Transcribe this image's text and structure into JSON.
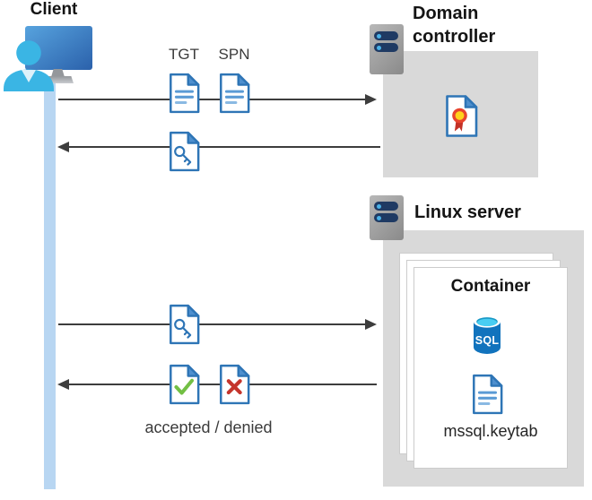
{
  "client": {
    "label": "Client"
  },
  "domain_controller": {
    "label": "Domain controller"
  },
  "linux_server": {
    "label": "Linux server"
  },
  "container": {
    "title": "Container",
    "sql_text": "SQL",
    "keytab_label": "mssql.keytab"
  },
  "flow": {
    "tgt_label": "TGT",
    "spn_label": "SPN",
    "accepted_denied_label": "accepted / denied"
  },
  "icons": {
    "client": "person-at-monitor-icon",
    "domain_controller": "server-icon",
    "linux_server": "server-icon",
    "tgt": "document-icon",
    "spn": "document-icon",
    "service_ticket": "document-key-icon",
    "accepted": "document-check-icon",
    "denied": "document-x-icon",
    "certificate": "document-certificate-icon",
    "database": "sql-cylinder-icon",
    "keytab": "document-icon"
  },
  "colors": {
    "accent_blue": "#2e75b6",
    "fold_blue": "#4e8fce",
    "doc_line": "#5b9bd5",
    "doc_line_light": "#8ab9e3",
    "check_green": "#72bf44",
    "cross_red": "#c5352c",
    "lifeline_blue": "#b8d6f2",
    "arrow_gray": "#3d3d3d",
    "box_gray": "#d9d9d9",
    "card_border": "#cccccc",
    "server_gray_light": "#b8b8b8",
    "server_gray_dark": "#8a8a8a",
    "server_bar_navy": "#1f3a63",
    "server_dot_cyan": "#4ab2e8",
    "person_cyan": "#3ab5e4",
    "collar_light": "#ddf1fa",
    "monitor_blue_light": "#57a3de",
    "monitor_blue_dark": "#2b61ab",
    "stand_gray": "#94979b",
    "sql_body": "#1173bd",
    "sql_top_dark": "#1898c5",
    "sql_top_light": "#49cdf2",
    "cert_yellow": "#ffd21c",
    "cert_ring": "#e8442e",
    "cert_ribbon": "#c33126",
    "heading_text": "#141414",
    "body_text": "#3b3b3b"
  }
}
